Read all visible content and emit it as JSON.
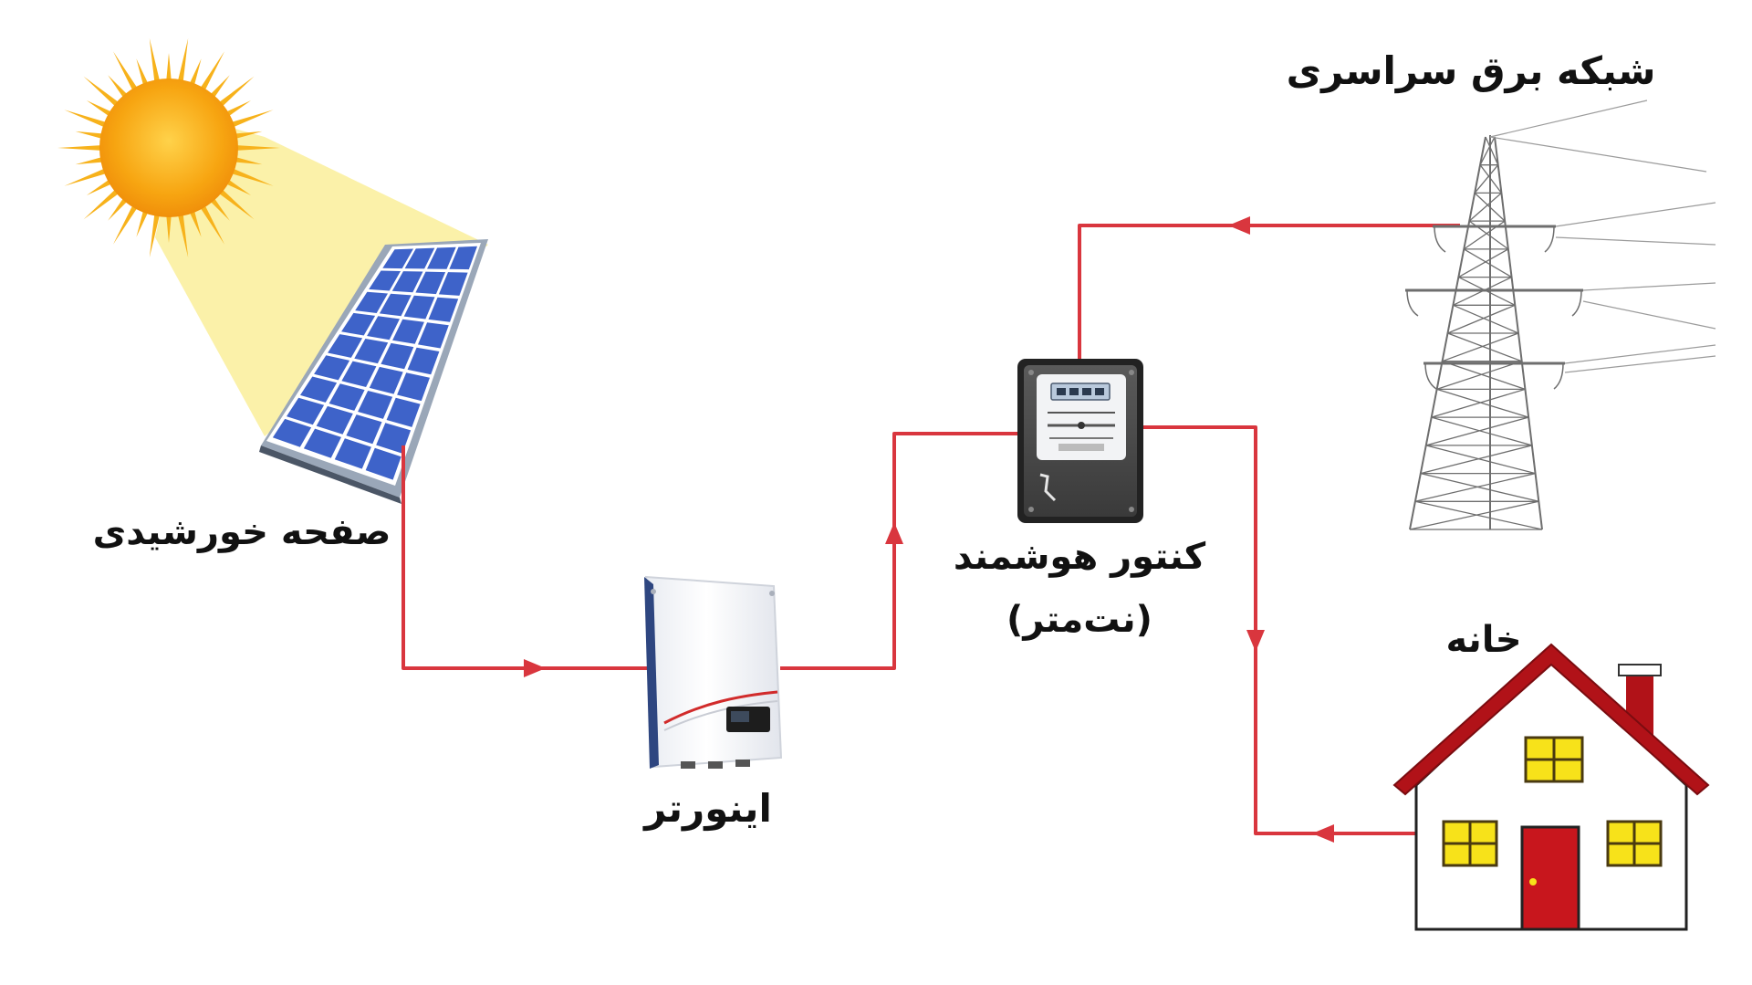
{
  "labels": {
    "solar_panel": "صفحه خورشیدی",
    "inverter": "اینورتر",
    "smart_meter_line1": "کنتور هوشمند",
    "smart_meter_line2": "(نت‌متر)",
    "grid": "شبکه برق سراسری",
    "house": "خانه"
  },
  "colors": {
    "wire": "#d9363e",
    "sun": "#f6a312",
    "sun_beam": "#fbf0a0",
    "panel_cell": "#3e63c9",
    "house_roof": "#b11218",
    "window": "#f7e21a",
    "door": "#c8161d"
  }
}
